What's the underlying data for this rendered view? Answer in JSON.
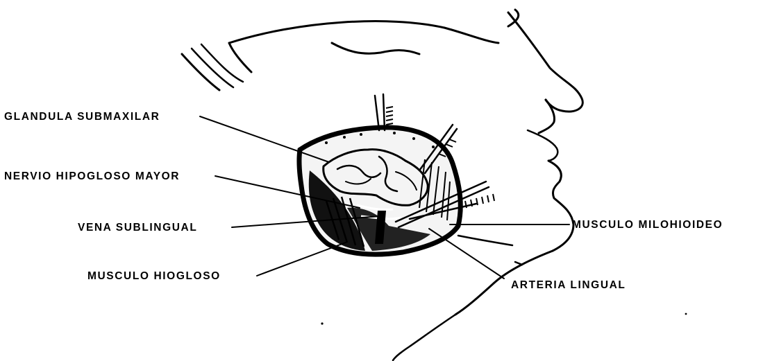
{
  "labels": {
    "glandula": "GLANDULA SUBMAXILAR",
    "nervio": "NERVIO HIPOGLOSO MAYOR",
    "vena": "VENA SUBLINGUAL",
    "musculo_hio": "MUSCULO HIOGLOSO",
    "musculo_milo": "MUSCULO MILOHIOIDEO",
    "arteria": "ARTERIA LINGUAL"
  },
  "colors": {
    "ink": "#000000",
    "paper": "#ffffff"
  }
}
